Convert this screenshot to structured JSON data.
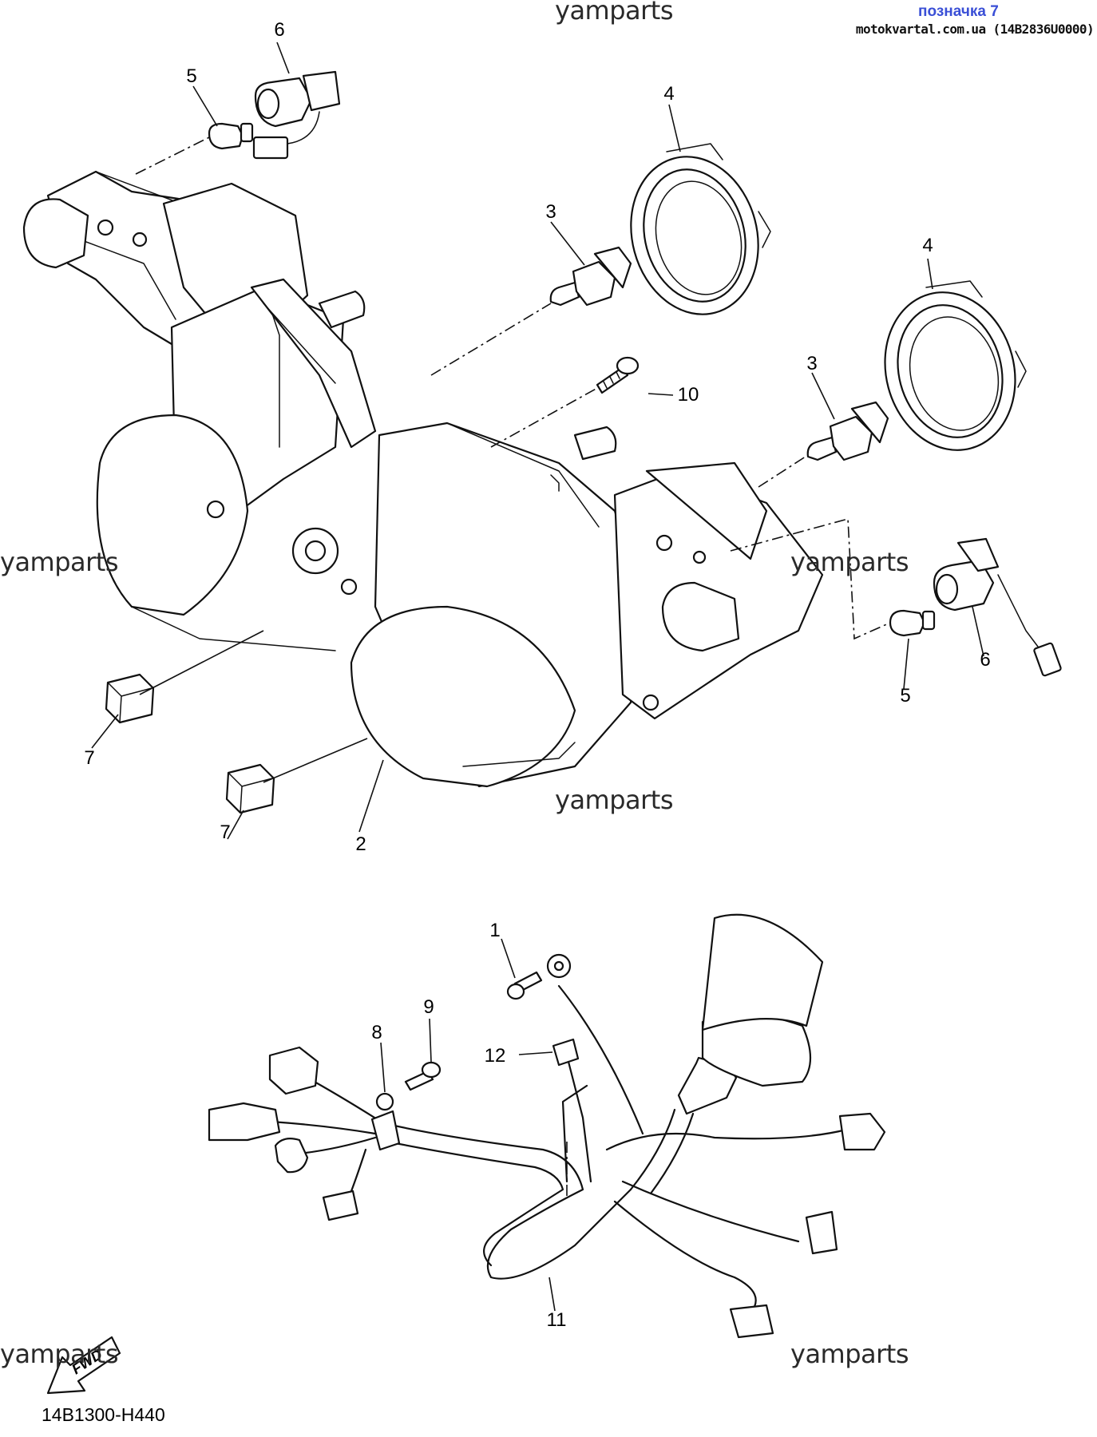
{
  "header": {
    "link_text": "позначка 7",
    "source_text": "motokvartal.com.ua (14B2836U0000)"
  },
  "watermarks": [
    "yamparts",
    "yamparts",
    "yamparts",
    "yamparts",
    "yamparts",
    "yamparts"
  ],
  "diagram_code": "14B1300-H440",
  "fwd_label": "FWD",
  "callouts": [
    "6",
    "5",
    "4",
    "3",
    "4",
    "10",
    "3",
    "7",
    "7",
    "2",
    "6",
    "5",
    "1",
    "9",
    "8",
    "12",
    "11"
  ]
}
